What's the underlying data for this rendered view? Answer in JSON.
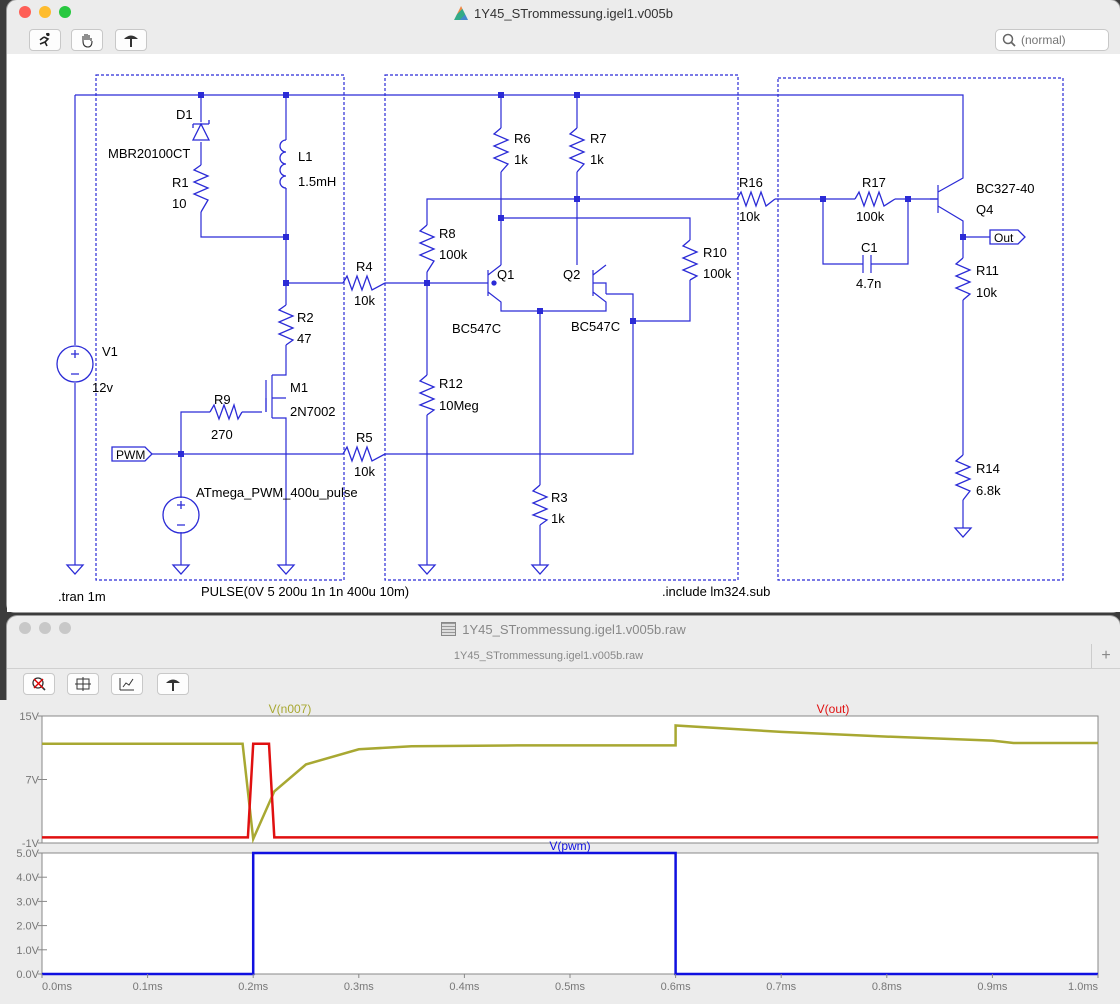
{
  "schematic_window": {
    "title": "1Y45_STrommessung.igel1.v005b",
    "toolbar": [
      {
        "name": "run-icon"
      },
      {
        "name": "pan-hand-icon"
      },
      {
        "name": "probe-icon"
      }
    ],
    "search": {
      "placeholder": "(normal)"
    }
  },
  "schematic": {
    "labels": [
      {
        "id": "d1",
        "text": "D1"
      },
      {
        "id": "d1v",
        "text": "MBR20100CT"
      },
      {
        "id": "r1",
        "text": "R1"
      },
      {
        "id": "r1v",
        "text": "10"
      },
      {
        "id": "l1",
        "text": "L1"
      },
      {
        "id": "l1v",
        "text": "1.5mH"
      },
      {
        "id": "r2",
        "text": "R2"
      },
      {
        "id": "r2v",
        "text": "47"
      },
      {
        "id": "m1",
        "text": "M1"
      },
      {
        "id": "m1v",
        "text": "2N7002"
      },
      {
        "id": "r9",
        "text": "R9"
      },
      {
        "id": "r9v",
        "text": "270"
      },
      {
        "id": "v1",
        "text": "V1"
      },
      {
        "id": "v1v",
        "text": "12v"
      },
      {
        "id": "pulse",
        "text": "ATmega_PWM_400u_pulse"
      },
      {
        "id": "r4",
        "text": "R4"
      },
      {
        "id": "r4v",
        "text": "10k"
      },
      {
        "id": "r5",
        "text": "R5"
      },
      {
        "id": "r5v",
        "text": "10k"
      },
      {
        "id": "r6",
        "text": "R6"
      },
      {
        "id": "r6v",
        "text": "1k"
      },
      {
        "id": "r7",
        "text": "R7"
      },
      {
        "id": "r7v",
        "text": "1k"
      },
      {
        "id": "r8",
        "text": "R8"
      },
      {
        "id": "r8v",
        "text": "100k"
      },
      {
        "id": "q1",
        "text": "Q1"
      },
      {
        "id": "q1v",
        "text": "BC547C"
      },
      {
        "id": "q2",
        "text": "Q2"
      },
      {
        "id": "q2v",
        "text": "BC547C"
      },
      {
        "id": "r10",
        "text": "R10"
      },
      {
        "id": "r10v",
        "text": "100k"
      },
      {
        "id": "r12",
        "text": "R12"
      },
      {
        "id": "r12v",
        "text": "10Meg"
      },
      {
        "id": "r3",
        "text": "R3"
      },
      {
        "id": "r3v",
        "text": "1k"
      },
      {
        "id": "r16",
        "text": "R16"
      },
      {
        "id": "r16v",
        "text": "10k"
      },
      {
        "id": "r17",
        "text": "R17"
      },
      {
        "id": "r17v",
        "text": "100k"
      },
      {
        "id": "c1",
        "text": "C1"
      },
      {
        "id": "c1v",
        "text": "4.7n"
      },
      {
        "id": "q4v",
        "text": "BC327-40"
      },
      {
        "id": "q4",
        "text": "Q4"
      },
      {
        "id": "r11",
        "text": "R11"
      },
      {
        "id": "r11v",
        "text": "10k"
      },
      {
        "id": "r14",
        "text": "R14"
      },
      {
        "id": "r14v",
        "text": "6.8k"
      },
      {
        "id": "tran",
        "text": ".tran 1m"
      },
      {
        "id": "pulsedef",
        "text": "PULSE(0V 5 200u 1n 1n 400u 10m)"
      },
      {
        "id": "include",
        "text": ".include lm324.sub"
      }
    ],
    "ports": [
      {
        "id": "pwm",
        "text": "PWM"
      },
      {
        "id": "out",
        "text": "Out"
      }
    ]
  },
  "waveform_window": {
    "title": "1Y45_STrommessung.igel1.v005b.raw",
    "tab": "1Y45_STrommessung.igel1.v005b.raw",
    "add_tab": "+",
    "toolbar": [
      {
        "name": "zoom-cancel-icon"
      },
      {
        "name": "autorange-icon"
      },
      {
        "name": "zoom-area-icon"
      },
      {
        "name": "probe-icon"
      }
    ]
  },
  "colors": {
    "trace_n007": "#a8a832",
    "trace_out": "#e01010",
    "trace_pwm": "#1010e0",
    "wire": "#2b2bd6"
  },
  "chart_data": [
    {
      "type": "line",
      "title": "",
      "ylim": [
        -1,
        15
      ],
      "yticks": [
        "15V",
        "7V",
        "-1V"
      ],
      "xlim": [
        0,
        1.0
      ],
      "series": [
        {
          "name": "V(n007)",
          "x": [
            0,
            0.19,
            0.2,
            0.22,
            0.25,
            0.3,
            0.35,
            0.45,
            0.6,
            0.6,
            0.7,
            0.8,
            0.9,
            0.92,
            1.0
          ],
          "y": [
            11.5,
            11.5,
            -0.5,
            5.5,
            8.9,
            10.8,
            11.2,
            11.3,
            11.3,
            13.8,
            13.0,
            12.4,
            11.9,
            11.6,
            11.6
          ]
        },
        {
          "name": "V(out)",
          "x": [
            0,
            0.195,
            0.2,
            0.215,
            0.22,
            1.0
          ],
          "y": [
            -0.3,
            -0.3,
            11.5,
            11.5,
            -0.3,
            -0.3
          ]
        }
      ]
    },
    {
      "type": "line",
      "title": "",
      "ylim": [
        0,
        5
      ],
      "yticks": [
        "5.0V",
        "4.0V",
        "3.0V",
        "2.0V",
        "1.0V",
        "0.0V"
      ],
      "xlim": [
        0,
        1.0
      ],
      "xticks": [
        "0.0ms",
        "0.1ms",
        "0.2ms",
        "0.3ms",
        "0.4ms",
        "0.5ms",
        "0.6ms",
        "0.7ms",
        "0.8ms",
        "0.9ms",
        "1.0ms"
      ],
      "series": [
        {
          "name": "V(pwm)",
          "x": [
            0,
            0.2,
            0.2,
            0.6,
            0.6,
            1.0
          ],
          "y": [
            0,
            0,
            5,
            5,
            0,
            0
          ]
        }
      ]
    }
  ]
}
